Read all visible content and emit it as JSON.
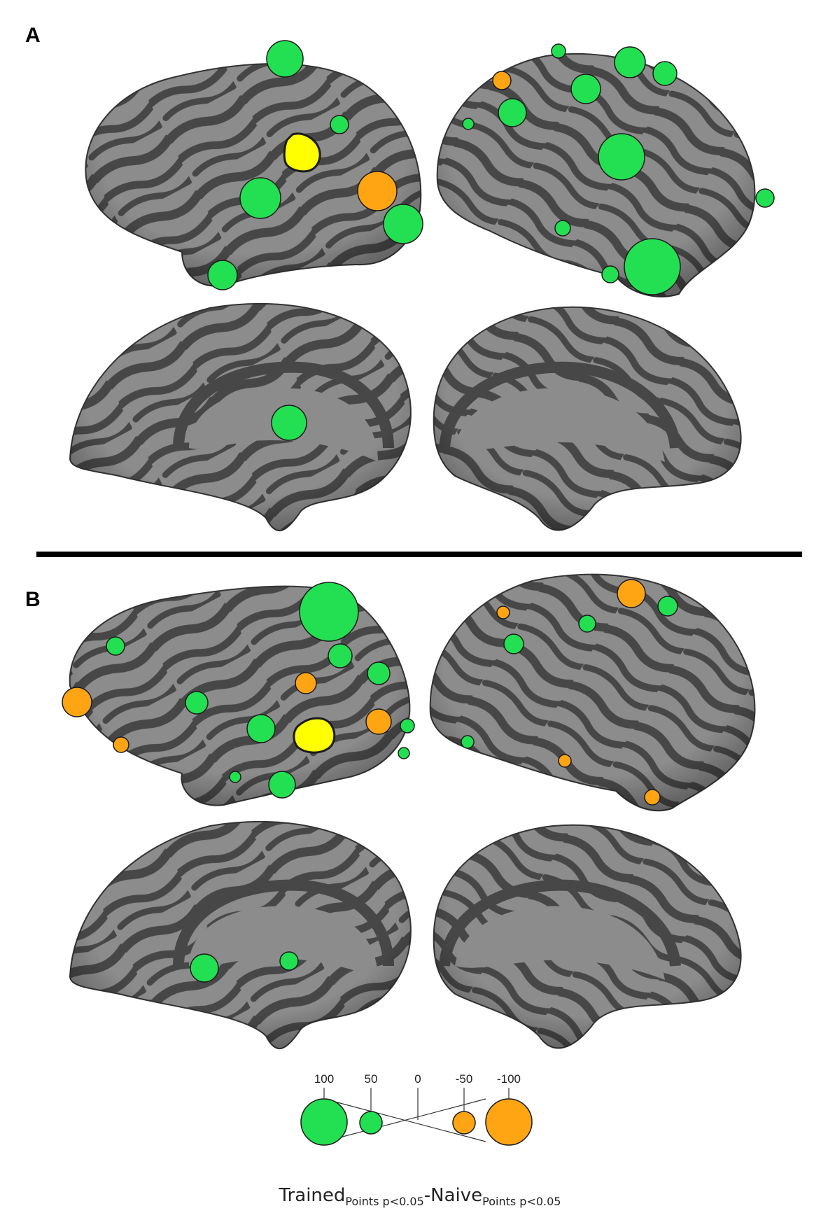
{
  "panels": {
    "a_label": "A",
    "b_label": "B"
  },
  "colors": {
    "cortex_light": "#8c8c8c",
    "cortex_dark": "#474747",
    "positive_node": "#22e052",
    "negative_node": "#ffa514",
    "seed_region": "#ffff00",
    "node_outline": "#1a1a1a"
  },
  "legend": {
    "ticks": [
      "100",
      "50",
      "0",
      "-50",
      "-100"
    ],
    "caption_main_1": "Trained",
    "caption_sub_1": "Points p<0.05",
    "caption_dash": "-",
    "caption_main_2": "Naive",
    "caption_sub_2": "Points p<0.05"
  }
}
